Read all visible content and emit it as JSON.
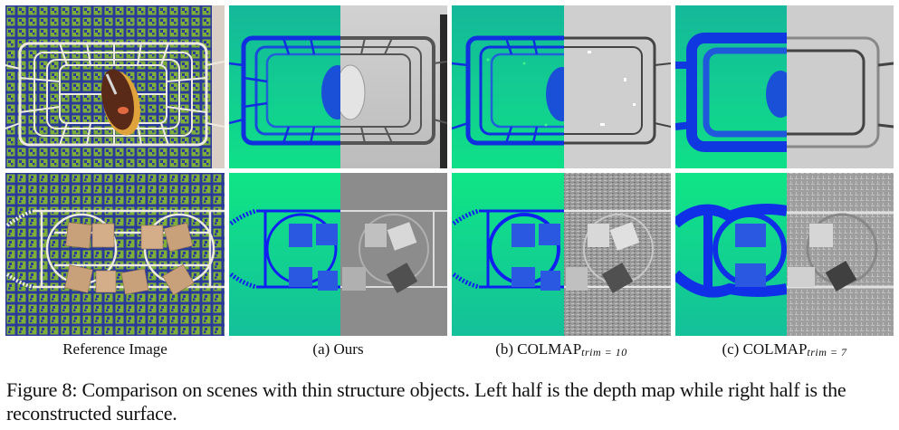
{
  "figure": {
    "number": "Figure 8",
    "caption": "Figure 8: Comparison on scenes with thin structure objects. Left half is the depth map while right half is the reconstructed surface."
  },
  "columns": [
    {
      "id": "reference",
      "label": "Reference Image",
      "label_main": "Reference Image",
      "label_sub": ""
    },
    {
      "id": "ours",
      "label": "(a) Ours",
      "label_main": "(a) Ours",
      "label_sub": ""
    },
    {
      "id": "colmap10",
      "label": "(b) COLMAP trim = 10",
      "label_main": "(b) COLMAP",
      "label_sub": "trim = 10"
    },
    {
      "id": "colmap7",
      "label": "(c) COLMAP trim = 7",
      "label_main": "(c) COLMAP",
      "label_sub": "trim = 7"
    }
  ],
  "rows": [
    {
      "id": "basket",
      "description": "wire basket with plush toy on marker board"
    },
    {
      "id": "tray",
      "description": "wire tray with circular rings and wooden cubes"
    }
  ],
  "panel_content": {
    "left_half": "depth map",
    "right_half": "reconstructed surface"
  },
  "colors": {
    "depth_far_top": "#14b89a",
    "depth_far_bottom": "#0fe088",
    "depth_near": "#1030e0",
    "surface_gray_top": "#c8c8c8",
    "surface_gray_bottom": "#8a8a8a",
    "marker_board_green": "#7fae3a",
    "marker_board_blue": "#2a3a9a",
    "wire_white": "#efeae0"
  }
}
